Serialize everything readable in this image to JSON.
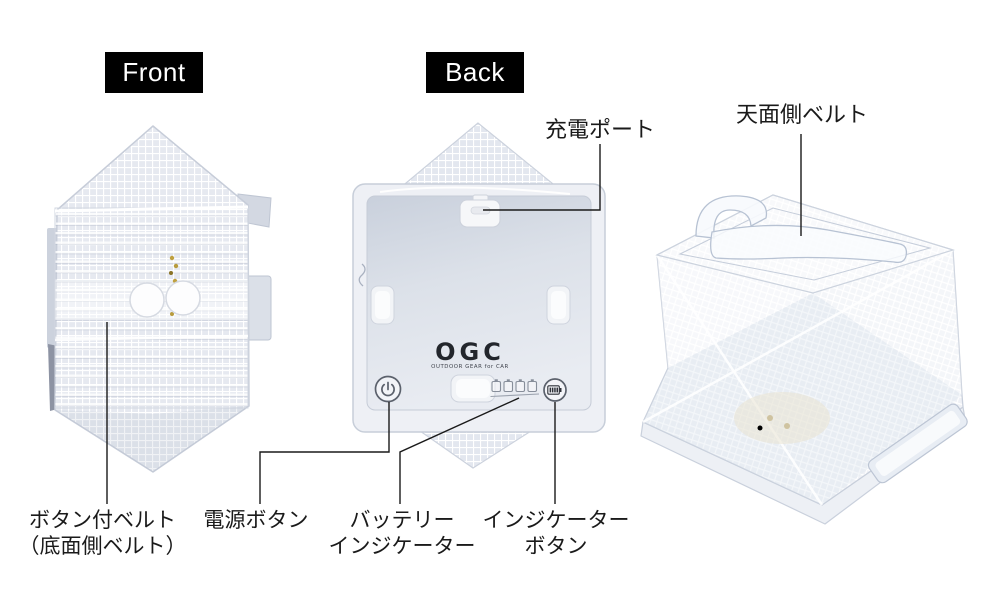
{
  "tags": {
    "front": "Front",
    "back": "Back"
  },
  "device": {
    "logo": "OGC",
    "tagline": "OUTDOOR GEAR for CAR"
  },
  "callouts": {
    "charging_port": "充電ポート",
    "top_belt": "天面側ベルト",
    "button_belt": {
      "line1": "ボタン付ベルト",
      "line2": "（底面側ベルト）"
    },
    "power_button": "電源ボタン",
    "battery_indicator": {
      "line1": "バッテリー",
      "line2": "インジケーター"
    },
    "indicator_button": {
      "line1": "インジケーター",
      "line2": "ボタン"
    }
  },
  "colors": {
    "background": "#ffffff",
    "tag_bg": "#000000",
    "tag_text": "#ffffff",
    "annotation_text": "#1a1a1a",
    "callout_line": "#1a1a1a",
    "mesh_base": "#e6e9f0",
    "panel_gray": "#dce1e9",
    "vinyl_edge": "#c7ced9",
    "dark_belt": "#8d93a3",
    "logo_color": "#23262c"
  }
}
